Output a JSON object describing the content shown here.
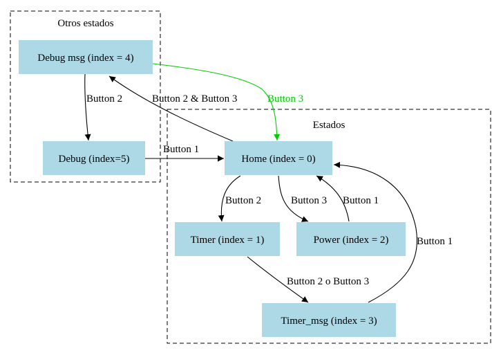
{
  "clusters": {
    "otros": {
      "label": "Otros estados"
    },
    "estados": {
      "label": "Estados"
    }
  },
  "nodes": {
    "debug_msg": {
      "label": "Debug msg (index = 4)"
    },
    "debug": {
      "label": "Debug (index=5)"
    },
    "home": {
      "label": "Home (index = 0)"
    },
    "timer": {
      "label": "Timer (index = 1)"
    },
    "power": {
      "label": "Power (index = 2)"
    },
    "timer_msg": {
      "label": "Timer_msg (index = 3)"
    }
  },
  "edges": {
    "debugmsg_to_debug": {
      "label": "Button 2"
    },
    "home_to_debugmsg": {
      "label": "Button 2 & Button 3"
    },
    "debugmsg_to_home": {
      "label": "Button 3",
      "color": "#00cc00"
    },
    "debug_to_home": {
      "label": "Button 1"
    },
    "home_to_timer": {
      "label": "Button 2"
    },
    "home_to_power": {
      "label": "Button 3"
    },
    "power_to_home": {
      "label": "Button 1"
    },
    "timer_to_timermsg": {
      "label": "Button 2 o Button 3"
    },
    "timermsg_to_home": {
      "label": "Button 1"
    }
  },
  "colors": {
    "node_fill": "#add8e6",
    "edge_default": "#000000",
    "edge_highlight": "#00cc00"
  }
}
